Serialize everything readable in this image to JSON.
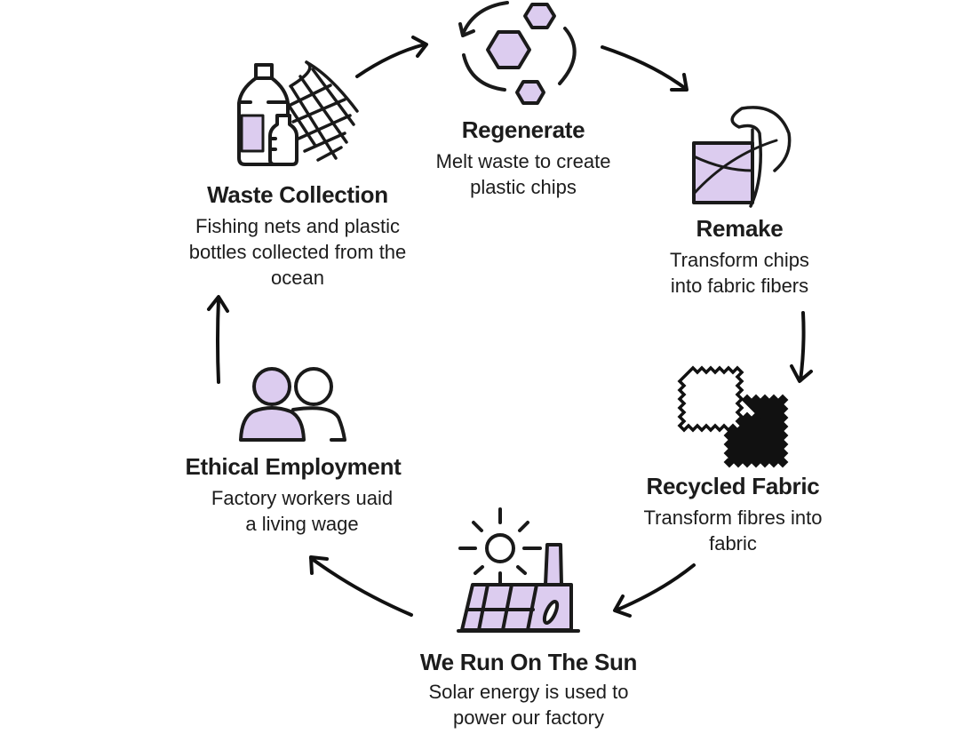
{
  "diagram": {
    "type": "cycle",
    "accent_fill": "#dcccef",
    "stroke_color": "#1a1a1a",
    "steps": [
      {
        "id": "waste-collection",
        "icon": "bottles-and-net-icon",
        "title": "Waste Collection",
        "description": "Fishing nets and plastic bottles collected from the ocean"
      },
      {
        "id": "regenerate",
        "icon": "hexagon-chips-cycle-icon",
        "title": "Regenerate",
        "description": "Melt waste to create plastic chips"
      },
      {
        "id": "remake",
        "icon": "fabric-thread-icon",
        "title": "Remake",
        "description": "Transform chips into fabric fibers"
      },
      {
        "id": "recycled-fabric",
        "icon": "fabric-swatches-icon",
        "title": "Recycled Fabric",
        "description": "Transform fibres into fabric"
      },
      {
        "id": "we-run-on-the-sun",
        "icon": "solar-factory-icon",
        "title": "We Run On The Sun",
        "description": "Solar energy is used to power our factory"
      },
      {
        "id": "ethical-employment",
        "icon": "two-people-icon",
        "title": "Ethical Employment",
        "description": "Factory workers uaid a living wage"
      }
    ],
    "arrows": [
      {
        "from": "waste-collection",
        "to": "regenerate"
      },
      {
        "from": "regenerate",
        "to": "remake"
      },
      {
        "from": "remake",
        "to": "recycled-fabric"
      },
      {
        "from": "recycled-fabric",
        "to": "we-run-on-the-sun"
      },
      {
        "from": "we-run-on-the-sun",
        "to": "ethical-employment"
      },
      {
        "from": "ethical-employment",
        "to": "waste-collection"
      }
    ]
  }
}
